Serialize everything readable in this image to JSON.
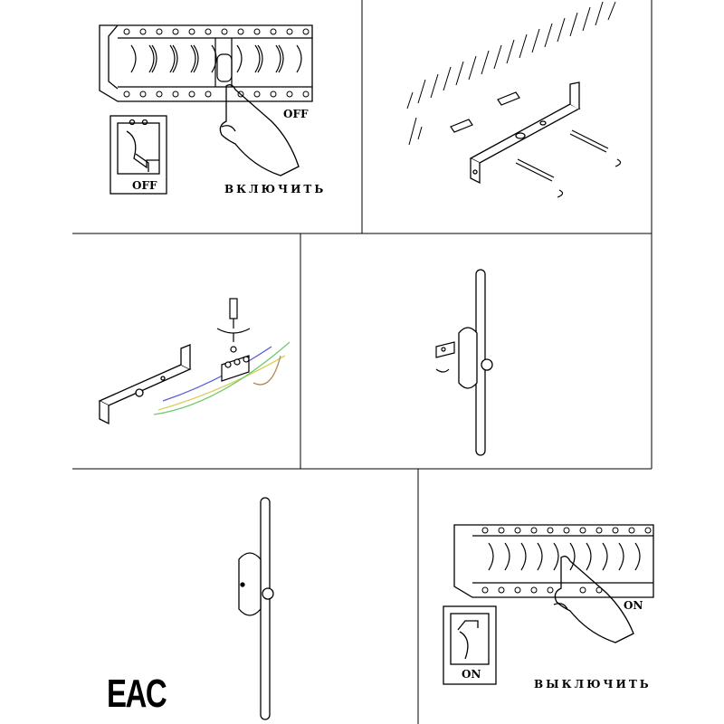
{
  "step1": {
    "switch_label": "OFF",
    "panel_label": "OFF",
    "caption": "ВКЛЮЧИТЬ"
  },
  "step6": {
    "switch_label": "ON",
    "panel_label": "ON",
    "caption": "ВЫКЛЮЧИТЬ"
  },
  "mark": {
    "text": "EAC"
  },
  "colors": {
    "line": "#000000",
    "wire_blue": "#5a5ad8",
    "wire_yellow": "#d8d060",
    "wire_green": "#70c870",
    "wire_brown": "#b08850"
  }
}
